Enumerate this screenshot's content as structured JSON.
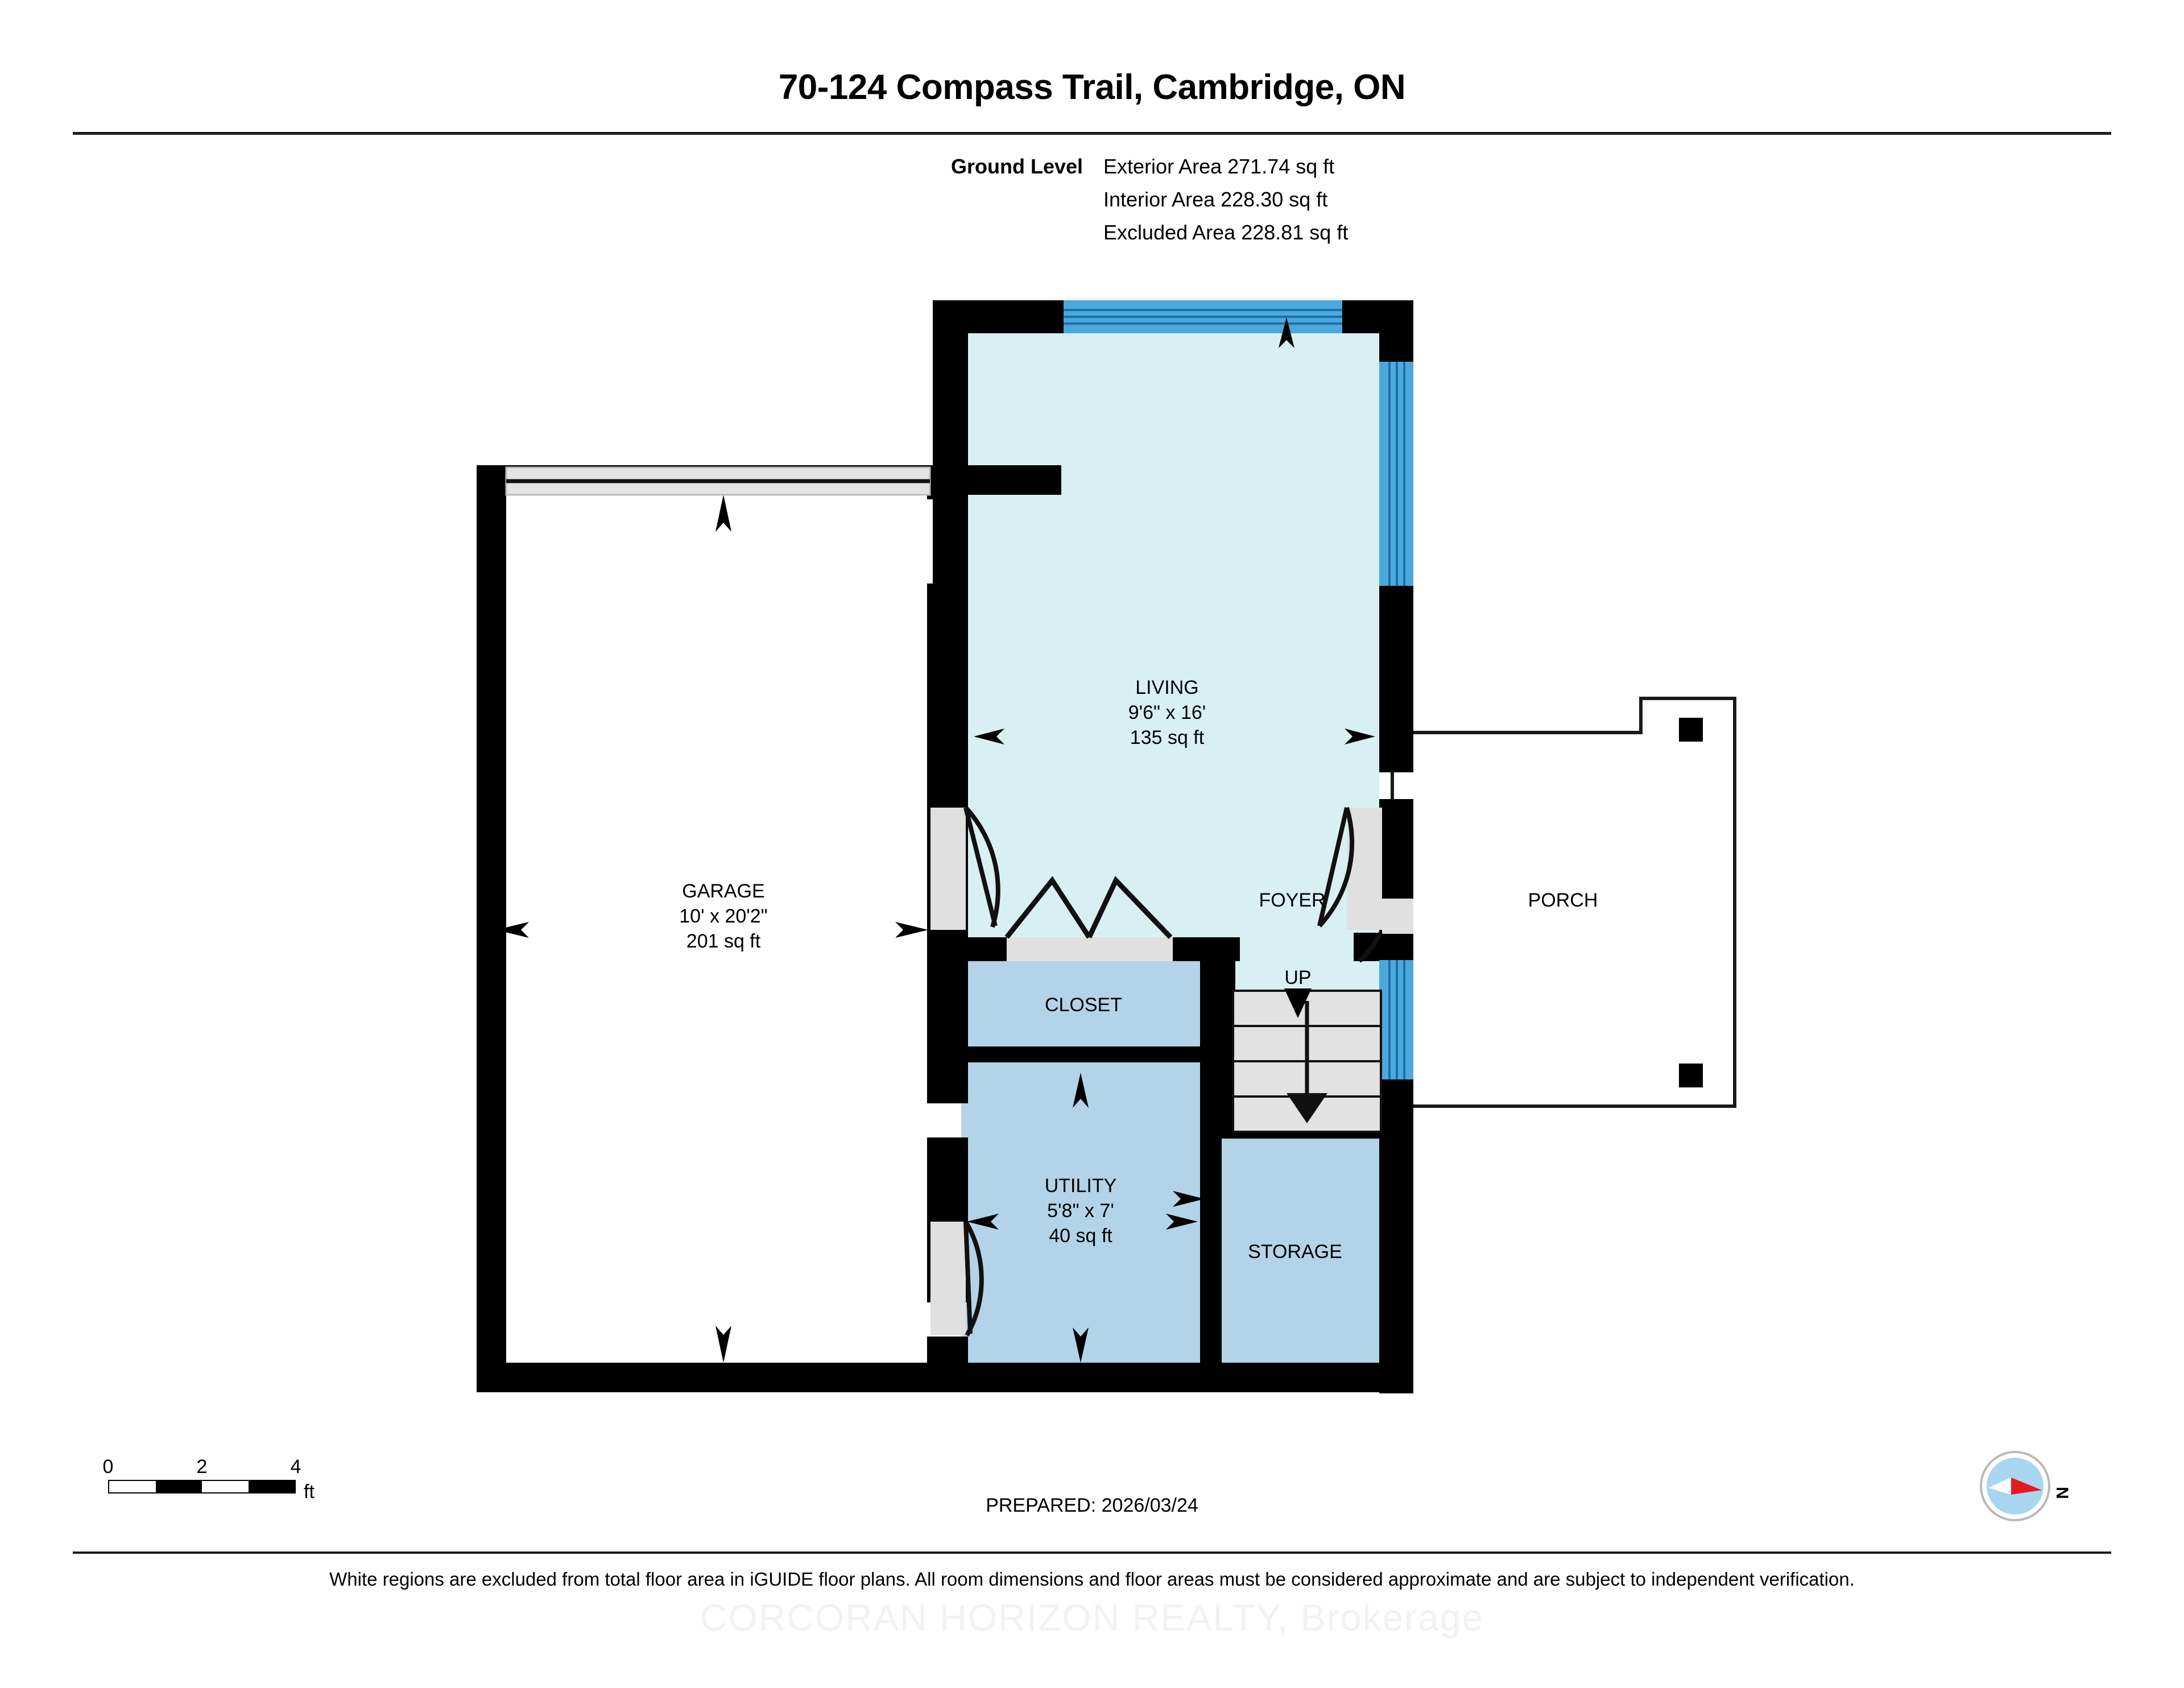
{
  "header": {
    "title": "70-124 Compass Trail, Cambridge, ON"
  },
  "area_summary": {
    "level_label": "Ground Level",
    "exterior_area": "Exterior Area 271.74 sq ft",
    "interior_area": "Interior Area 228.30 sq ft",
    "excluded_area": "Excluded Area 228.81 sq ft"
  },
  "floorplan": {
    "rooms": [
      {
        "key": "living",
        "name": "LIVING",
        "dimensions": "9'6\" x 16'",
        "area": "135 sq ft",
        "fill": "#d8f0f2"
      },
      {
        "key": "garage",
        "name": "GARAGE",
        "dimensions": "10' x 20'2\"",
        "area": "201 sq ft",
        "fill": "#ffffff"
      },
      {
        "key": "utility",
        "name": "UTILITY",
        "dimensions": "5'8\" x 7'",
        "area": "40 sq ft",
        "fill": "#b3d4e8"
      },
      {
        "key": "closet",
        "name": "CLOSET",
        "dimensions": "",
        "area": "",
        "fill": "#b3d4e8"
      },
      {
        "key": "storage",
        "name": "STORAGE",
        "dimensions": "",
        "area": "",
        "fill": "#b3d4e8"
      },
      {
        "key": "foyer",
        "name": "FOYER",
        "dimensions": "",
        "area": "",
        "fill": "#d8f0f2"
      },
      {
        "key": "porch",
        "name": "PORCH",
        "dimensions": "",
        "area": "",
        "fill": "#ffffff"
      }
    ],
    "stairs_label": "UP",
    "colors": {
      "wall": "#000000",
      "window": "#4aa8dd",
      "door_sill": "#e0e0e0",
      "stair_tread": "#e2e2e2",
      "living_fill": "#d8f0f2",
      "utility_fill": "#b3d4e8"
    }
  },
  "footer": {
    "scale": {
      "ticks": [
        "0",
        "2",
        "4"
      ],
      "unit": "ft"
    },
    "prepared": "PREPARED: 2026/03/24",
    "compass_label": "N",
    "disclaimer": "White regions are excluded from total floor area in iGUIDE floor plans. All room dimensions and floor areas must be considered approximate and are subject to independent verification.",
    "watermark": "CORCORAN HORIZON REALTY, Brokerage"
  }
}
